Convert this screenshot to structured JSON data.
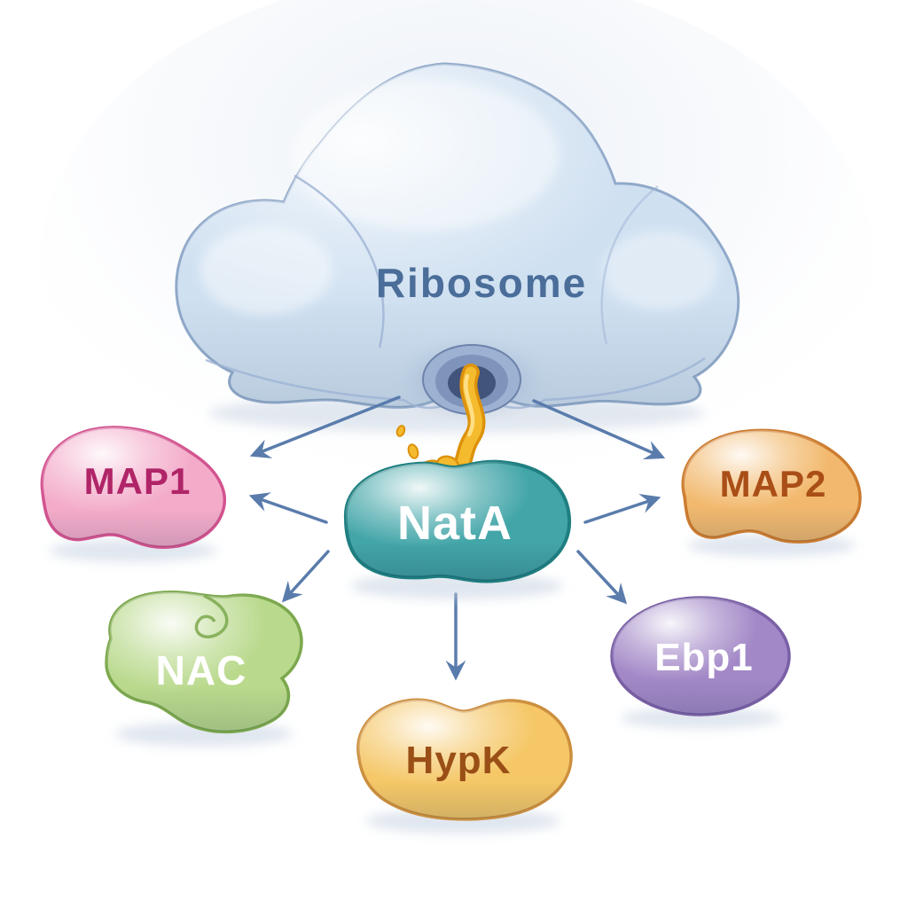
{
  "figure": {
    "type": "biology-pathway-illustration",
    "background": "#ffffff",
    "description_shown_in_pixels_only": "Ribosome with nascent chain emerging from exit tunnel into NatA; arrows to MAP1, MAP2, NAC, HypK, Ebp1"
  },
  "ribosome": {
    "label": "Ribosome",
    "fill": "#cfe0f1",
    "border": "#90a9c9",
    "text_color": "#4a6d99",
    "tunnel": {
      "name": "peptide-exit-tunnel",
      "rim": "#9db1d3",
      "ring": "#7e94bb",
      "hole": "#42547a"
    }
  },
  "nascent_chain": {
    "name": "nascent-polypeptide-chain",
    "color": "#f5bb2e",
    "outline": "#dd920c",
    "highlight": "#ffe38f"
  },
  "nodes": {
    "nata": {
      "label": "NatA",
      "fill": "#42a5a8",
      "border": "#1f7f81",
      "text_color": "#ffffff"
    },
    "map1": {
      "label": "MAP1",
      "fill": "#f3abc9",
      "border": "#d2538f",
      "text_color": "#b02468"
    },
    "map2": {
      "label": "MAP2",
      "fill": "#f2b96e",
      "border": "#cd7c2f",
      "text_color": "#aa4e17"
    },
    "nac": {
      "label": "NAC",
      "fill": "#b9d98c",
      "border": "#7ca84d",
      "text_color": "#ffffff"
    },
    "hypk": {
      "label": "HypK",
      "fill": "#f5c767",
      "border": "#cc8f3e",
      "text_color": "#9a4f16"
    },
    "ebp1": {
      "label": "Ebp1",
      "fill": "#a288c7",
      "border": "#7a60a6",
      "text_color": "#ffffff"
    }
  },
  "arrows": {
    "color": "#5a7cac",
    "list": [
      {
        "from": "ribosome",
        "to": "map1"
      },
      {
        "from": "ribosome",
        "to": "map2"
      },
      {
        "from": "nata",
        "to": "map1"
      },
      {
        "from": "nata",
        "to": "map2"
      },
      {
        "from": "nata",
        "to": "nac"
      },
      {
        "from": "nata",
        "to": "hypk"
      },
      {
        "from": "nata",
        "to": "ebp1"
      }
    ]
  }
}
